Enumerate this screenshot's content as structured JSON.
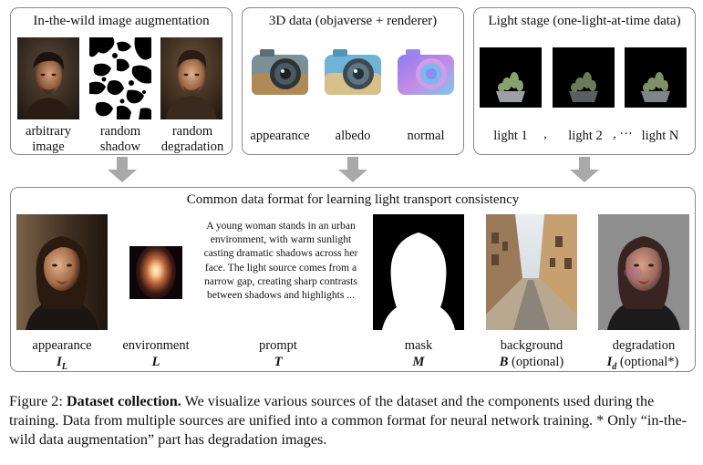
{
  "colors": {
    "border": "#8a8a8a",
    "arrow": "#a9a9a9",
    "text": "#111111"
  },
  "panels": {
    "wild": {
      "title": "In-the-wild image augmentation",
      "labels": [
        "arbitrary\nimage",
        "random\nshadow",
        "random\ndegradation"
      ]
    },
    "objaverse": {
      "title": "3D data (objaverse + renderer)",
      "labels": [
        "appearance",
        "albedo",
        "normal"
      ]
    },
    "lightstage": {
      "title": "Light stage (one-light-at-time data)",
      "labels": [
        "light 1",
        ",",
        "light 2",
        ", ···",
        "light N"
      ]
    }
  },
  "common": {
    "title": "Common data format for learning light transport consistency",
    "prompt_text": "A young woman stands in an urban environment, with warm sunlight casting dramatic shadows across her face. The light source comes from a narrow gap, creating sharp contrasts between shadows and highlights ...",
    "items": [
      {
        "label": "appearance",
        "symbol": "I",
        "sub": "L",
        "suffix": ""
      },
      {
        "label": "environment",
        "symbol": "L",
        "sub": "",
        "suffix": ""
      },
      {
        "label": "prompt",
        "symbol": "T",
        "sub": "",
        "suffix": ""
      },
      {
        "label": "mask",
        "symbol": "M",
        "sub": "",
        "suffix": ""
      },
      {
        "label": "background",
        "symbol": "B",
        "sub": "",
        "suffix": " (optional)"
      },
      {
        "label": "degradation",
        "symbol": "I",
        "sub": "d",
        "suffix": " (optional*)"
      }
    ]
  },
  "caption": {
    "prefix": "Figure 2: ",
    "bold": "Dataset collection.",
    "text": " We visualize various sources of the dataset and the components used during the training. Data from multiple sources are unified into a common format for neural network training. * Only “in-the-wild data augmentation” part has degradation images."
  }
}
